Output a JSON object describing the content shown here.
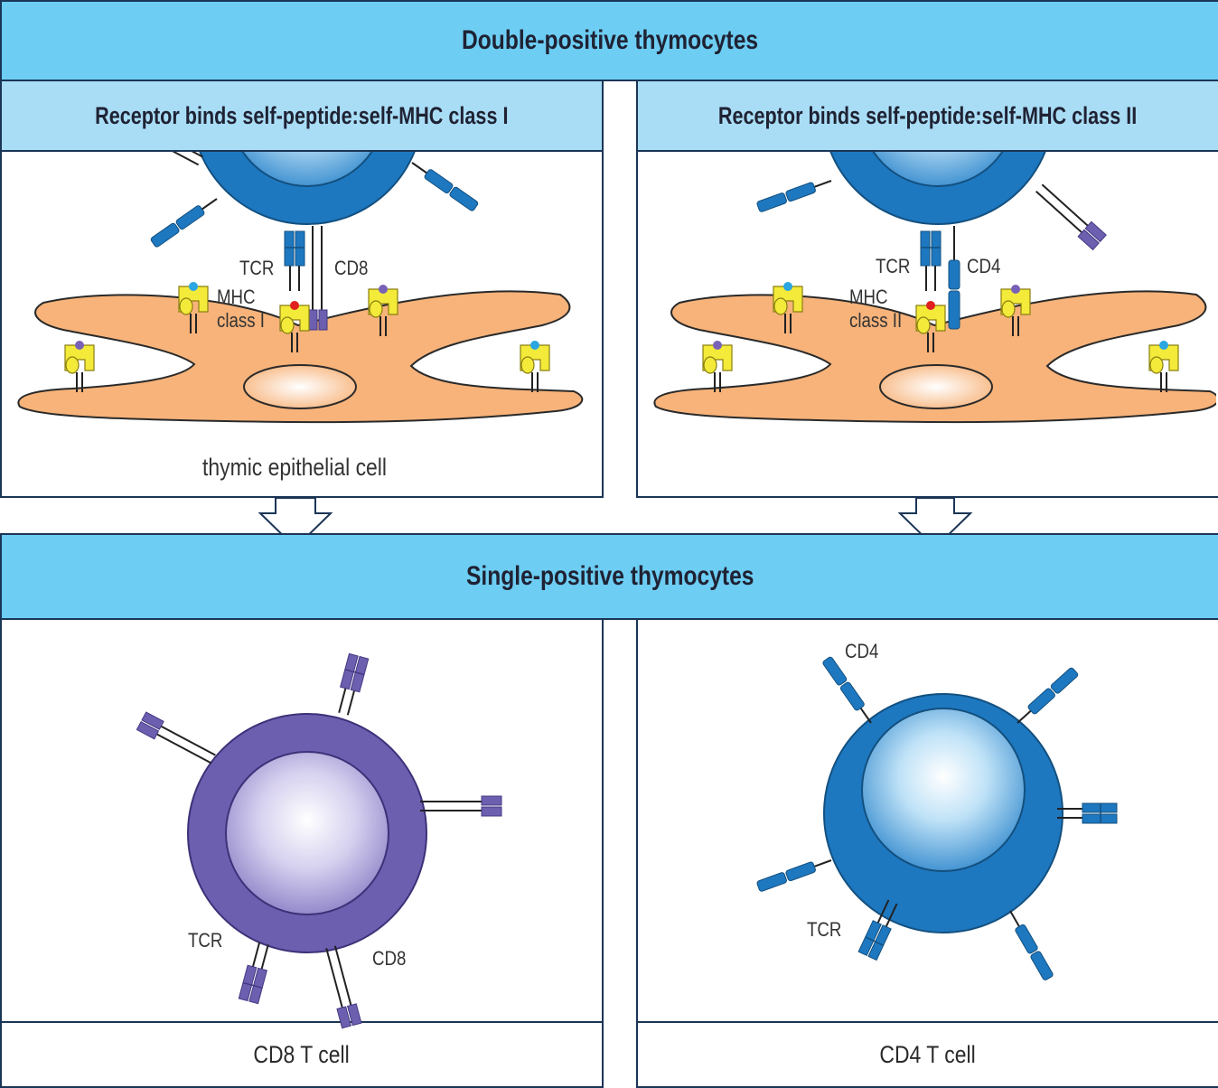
{
  "titles": {
    "top": "Double-positive thymocytes",
    "left_sub": "Receptor binds self-peptide:self-MHC class I",
    "right_sub": "Receptor binds self-peptide:self-MHC class II",
    "middle": "Single-positive thymocytes"
  },
  "labels": {
    "tcr": "TCR",
    "cd8": "CD8",
    "cd4": "CD4",
    "mhc": "MHC",
    "class_i": "class I",
    "class_ii": "class II",
    "epithelial": "thymic epithelial cell"
  },
  "captions": {
    "cd8_cell": "CD8 T cell",
    "cd4_cell": "CD4 T cell"
  },
  "colors": {
    "banner": "#6dcdf3",
    "subhead": "#a9ddf6",
    "double_positive_cell": "#1e78c0",
    "cd8_cell": "#6c5fb0",
    "epithelial": "#f7b37a",
    "mhc": "#f3ea3a",
    "peptide_self": "#2aa6e0",
    "peptide_bound": "#e0201f"
  }
}
